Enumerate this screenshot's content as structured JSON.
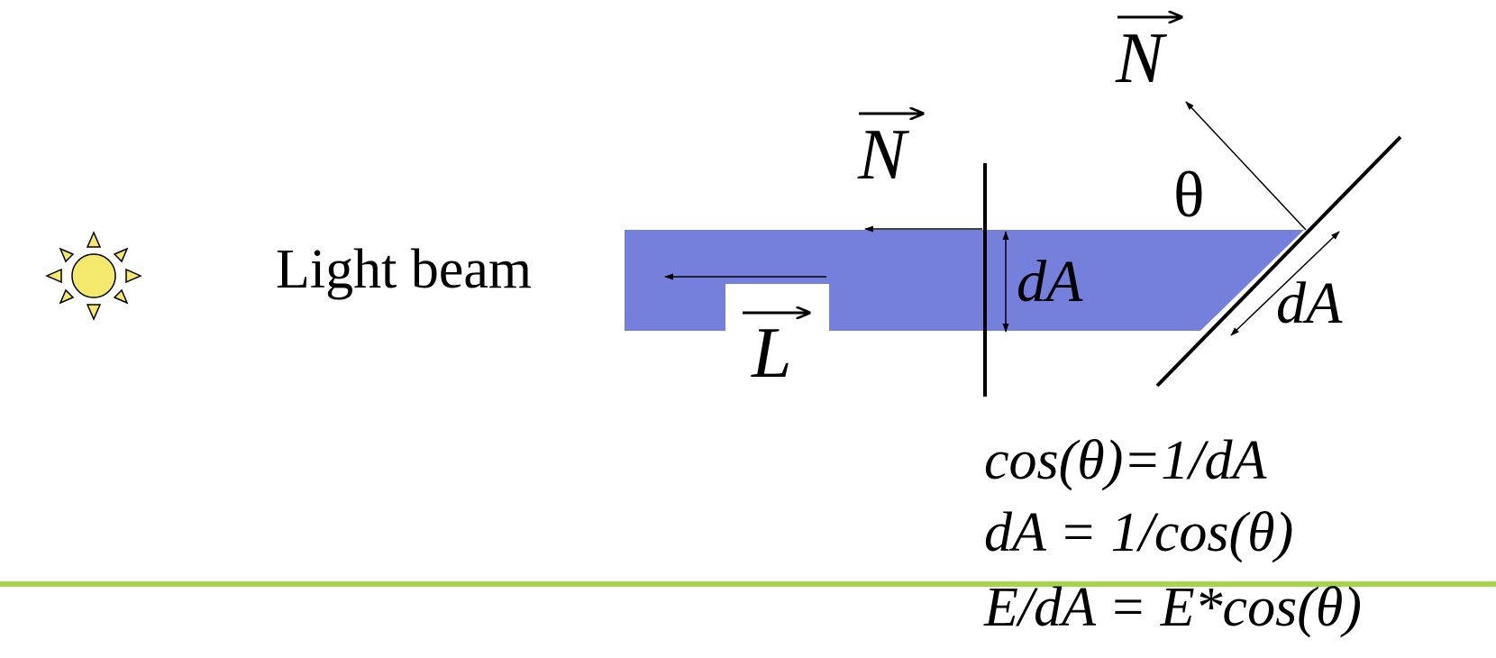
{
  "labels": {
    "light_beam": "Light beam",
    "normal": "N",
    "light_vector": "L",
    "theta": "θ",
    "area": "dA"
  },
  "equations": [
    "cos(θ)=1/dA",
    "dA = 1/cos(θ)",
    "E/dA = E*cos(θ)"
  ],
  "colors": {
    "beam": "#7580dc",
    "sun_fill": "#f4e96c",
    "divider": "#a8d44a",
    "ink": "#000000"
  }
}
